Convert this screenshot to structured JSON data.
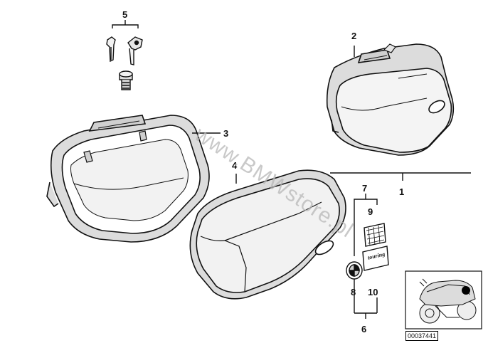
{
  "callouts": {
    "n1": "1",
    "n2": "2",
    "n3": "3",
    "n4": "4",
    "n5": "5",
    "n6": "6",
    "n7": "7",
    "n8": "8",
    "n9": "9",
    "n10": "10"
  },
  "badge_text": "touring",
  "watermark": "www.BMWstore.pl",
  "part_code": "00037441",
  "colors": {
    "ink": "#111111",
    "shade": "#dcdcdc",
    "light": "#f2f2f2",
    "watermark": "#b8b8b8"
  }
}
